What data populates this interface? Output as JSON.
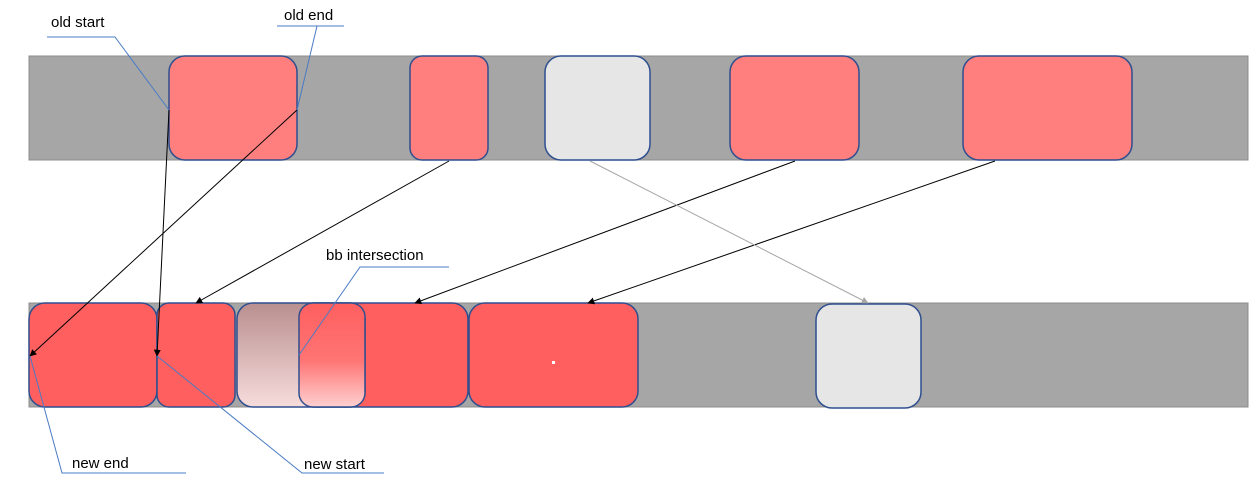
{
  "labels": {
    "old_start": "old start",
    "old_end": "old end",
    "bb_intersection": "bb intersection",
    "new_end": "new end",
    "new_start": "new start"
  },
  "colors": {
    "track": "#a6a6a6",
    "track_border": "#8c8c8c",
    "block_old": "#ff7f7f",
    "block_new": "#ff5f5f",
    "block_light": "#e6e6e6",
    "block_border": "#2f4f8f",
    "callout_line": "#4a7bc4",
    "arrow": "#000000",
    "arrow_light": "#a6a6a6"
  }
}
